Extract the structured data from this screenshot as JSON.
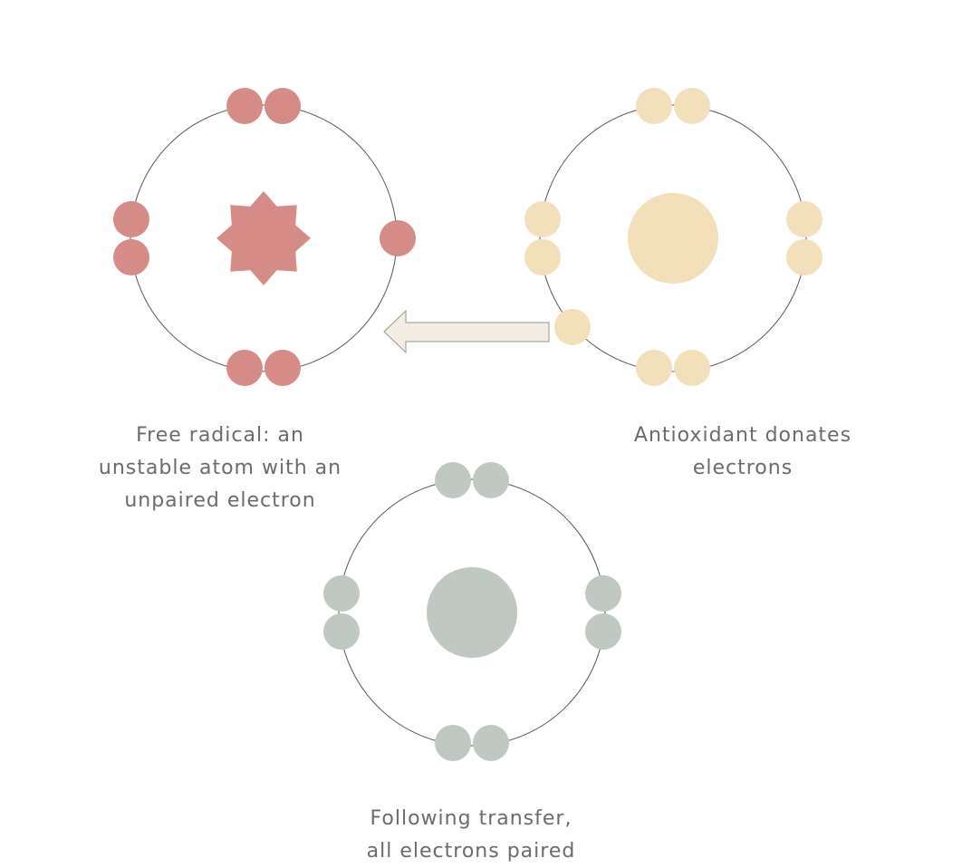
{
  "colors": {
    "free_radical": "#d58c86",
    "antioxidant": "#f3dfba",
    "stable": "#bfc9c1",
    "orbit": "#555555",
    "arrow_fill": "#f2ece3",
    "arrow_stroke": "#9a9488",
    "caption_text": "#6b6b6b"
  },
  "icons": {
    "free_radical_nucleus": "eight-point-star",
    "antioxidant_nucleus": "circle",
    "stable_nucleus": "circle",
    "transfer_arrow": "left-arrow"
  },
  "atoms": {
    "free_radical": {
      "caption_lines": [
        "Free radical: an",
        "unstable atom with an",
        "unpaired electron"
      ]
    },
    "antioxidant": {
      "caption_lines": [
        "Antioxidant donates",
        "electrons"
      ]
    },
    "stable": {
      "caption_lines": [
        "Following transfer,",
        "all electrons paired"
      ]
    }
  }
}
